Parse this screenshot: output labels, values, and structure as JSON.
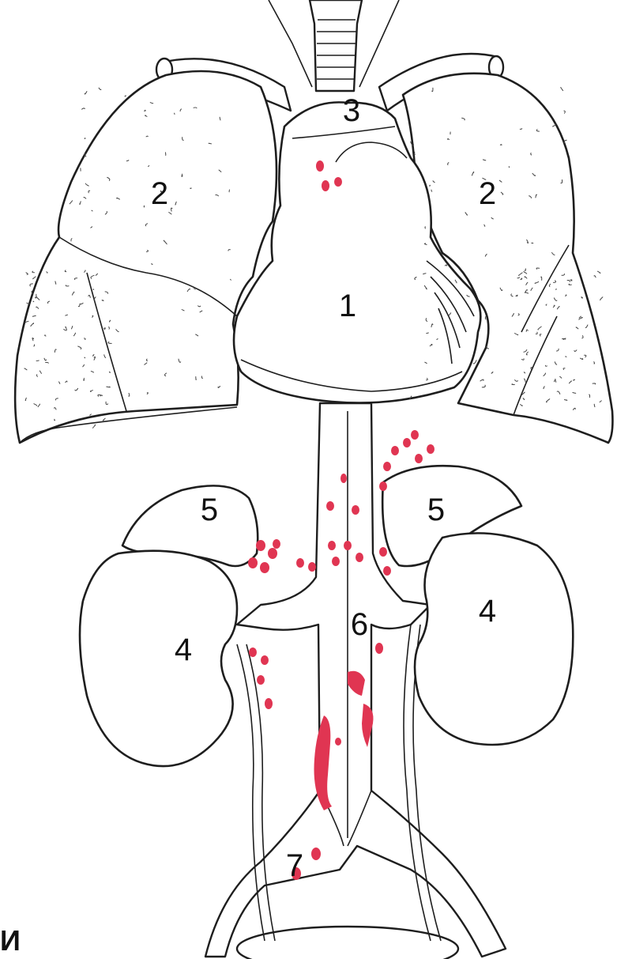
{
  "labels": [
    {
      "id": "1",
      "text": "1"
    },
    {
      "id": "2a",
      "text": "2"
    },
    {
      "id": "2b",
      "text": "2"
    },
    {
      "id": "3",
      "text": "3"
    },
    {
      "id": "4a",
      "text": "4"
    },
    {
      "id": "4b",
      "text": "4"
    },
    {
      "id": "5a",
      "text": "5"
    },
    {
      "id": "5b",
      "text": "5"
    },
    {
      "id": "6",
      "text": "6"
    },
    {
      "id": "7",
      "text": "7"
    }
  ],
  "corner_text": "И",
  "colors": {
    "outline": "#1e1e1e",
    "lymph_nodes": "#e03552",
    "background": "#ffffff"
  }
}
